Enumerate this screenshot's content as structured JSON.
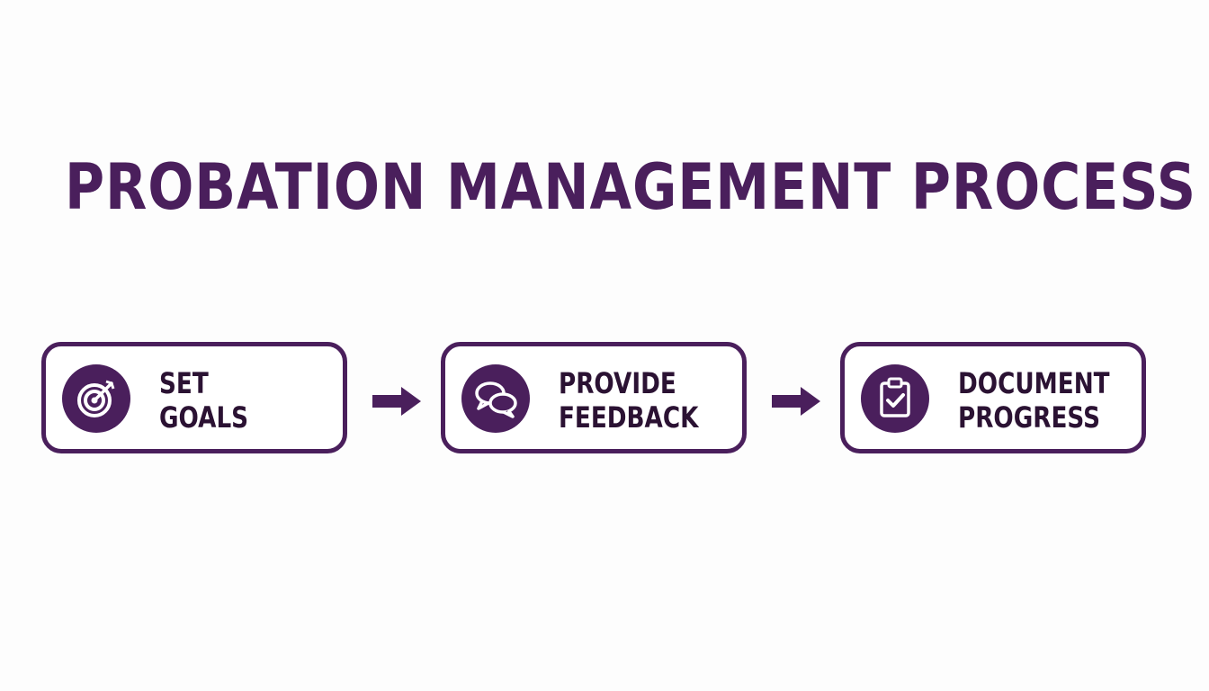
{
  "title": "PROBATION MANAGEMENT PROCESS",
  "colors": {
    "accent": "#4a1f5c",
    "text": "#2b1233",
    "background": "#fdfdfd"
  },
  "steps": [
    {
      "line1": "SET",
      "line2": "GOALS",
      "icon": "target-icon"
    },
    {
      "line1": "PROVIDE",
      "line2": "FEEDBACK",
      "icon": "chat-bubbles-icon"
    },
    {
      "line1": "DOCUMENT",
      "line2": "PROGRESS",
      "icon": "clipboard-check-icon"
    }
  ],
  "connectors": [
    {
      "from": 1,
      "to": 2,
      "icon": "arrow-right-icon"
    },
    {
      "from": 2,
      "to": 3,
      "icon": "arrow-right-icon"
    }
  ]
}
